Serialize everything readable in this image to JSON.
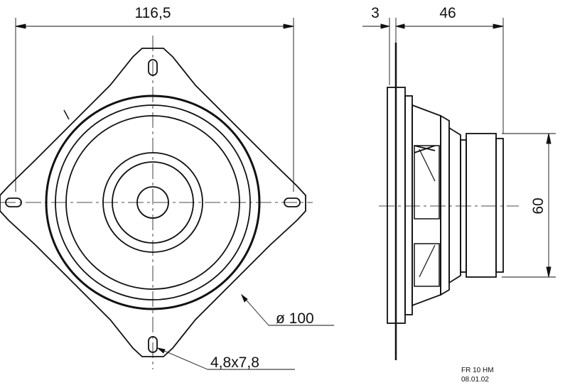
{
  "dimensions": {
    "overall_width": "116,5",
    "flange_thickness": "3",
    "depth": "46",
    "magnet_diameter": "60",
    "basket_diameter": "ø 100",
    "mounting_hole": "4,8x7,8"
  },
  "title_block": {
    "model": "FR 10 HM",
    "date": "08.01.02"
  }
}
